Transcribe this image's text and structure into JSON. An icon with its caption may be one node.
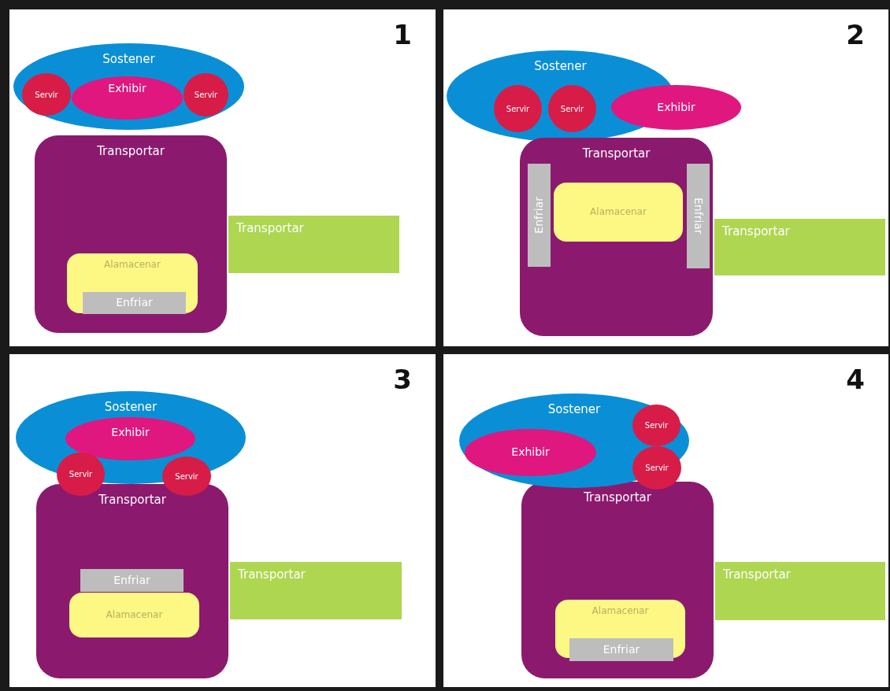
{
  "diagram": {
    "nodes": [
      {
        "text": [
          "1"
        ]
      },
      {
        "text": [
          "Sostener"
        ],
        "in": 0
      },
      {
        "text": [
          "Servir"
        ],
        "in": 1
      },
      {
        "text": [
          "Exhibir"
        ],
        "in": 1
      },
      {
        "text": [
          "Servir"
        ],
        "in": 1
      },
      {
        "text": [
          "Transportar"
        ],
        "in": 0
      },
      {
        "text": [
          "Alamacenar"
        ],
        "in": 5
      },
      {
        "text": [
          "Enfriar"
        ],
        "in": 6
      },
      {
        "text": [
          "Transportar"
        ],
        "in": 0
      },
      {
        "text": [
          "2"
        ]
      },
      {
        "text": [
          "Sostener"
        ],
        "in": 9
      },
      {
        "text": [
          "Servir"
        ],
        "in": 10
      },
      {
        "text": [
          "Servir"
        ],
        "in": 10
      },
      {
        "text": [
          "Exhibir"
        ],
        "in": 9
      },
      {
        "text": [
          "Transportar"
        ],
        "in": 9
      },
      {
        "text": [
          "Enfriar"
        ],
        "in": 14
      },
      {
        "text": [
          "Alamacenar"
        ],
        "in": 14
      },
      {
        "text": [
          "Enfriar"
        ],
        "in": 14
      },
      {
        "text": [
          "Transportar"
        ],
        "in": 9
      },
      {
        "text": [
          "3"
        ]
      },
      {
        "text": [
          "Sostener"
        ],
        "in": 19
      },
      {
        "text": [
          "Exhibir"
        ],
        "in": 20
      },
      {
        "text": [
          "Servir"
        ],
        "in": 19
      },
      {
        "text": [
          "Servir"
        ],
        "in": 19
      },
      {
        "text": [
          "Transportar"
        ],
        "in": 19
      },
      {
        "text": [
          "Enfriar"
        ],
        "in": 24
      },
      {
        "text": [
          "Alamacenar"
        ],
        "in": 24
      },
      {
        "text": [
          "Transportar"
        ],
        "in": 19
      },
      {
        "text": [
          "4"
        ]
      },
      {
        "text": [
          "Sostener"
        ],
        "in": 28
      },
      {
        "text": [
          "Servir"
        ],
        "in": 29
      },
      {
        "text": [
          "Exhibir"
        ],
        "in": 29
      },
      {
        "text": [
          "Servir"
        ],
        "in": 29
      },
      {
        "text": [
          "Transportar"
        ],
        "in": 28
      },
      {
        "text": [
          "Alamacenar"
        ],
        "in": 33
      },
      {
        "text": [
          "Enfriar"
        ],
        "in": 34
      },
      {
        "text": [
          "Transportar"
        ],
        "in": 28
      }
    ]
  }
}
